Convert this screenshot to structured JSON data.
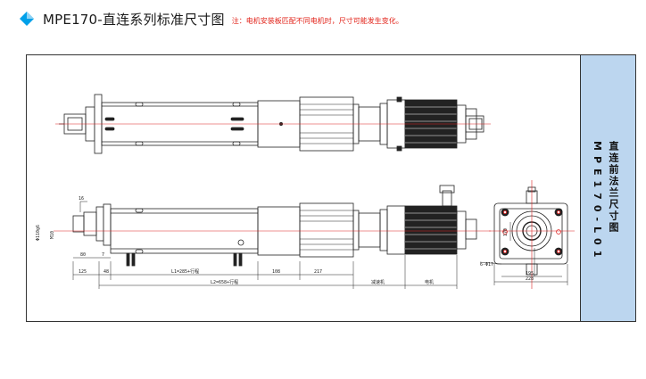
{
  "header": {
    "title": "MPE170-直连系列标准尺寸图",
    "note": "注：电机安装板匹配不同电机时，尺寸可能发生变化。"
  },
  "side_panel": {
    "name": "直连前法兰尺寸图",
    "code": "MPE170-L01"
  },
  "dims": {
    "d16": "16",
    "d_phi": "Φ110g6",
    "d_m": "M10",
    "d80": "80",
    "d7": "7",
    "d125": "125",
    "d48": "48",
    "l1": "L1=285+行程",
    "d108": "108",
    "d217": "217",
    "l2": "L2=658+行程",
    "reducer": "减速机",
    "motor": "电机",
    "d170": "170",
    "slot": "6-Φ17",
    "d195": "195",
    "d228": "228"
  },
  "colors": {
    "accent": "#00a0e9",
    "note": "#e2231a",
    "panel": "#bcd6ef",
    "centerline": "#d22"
  }
}
